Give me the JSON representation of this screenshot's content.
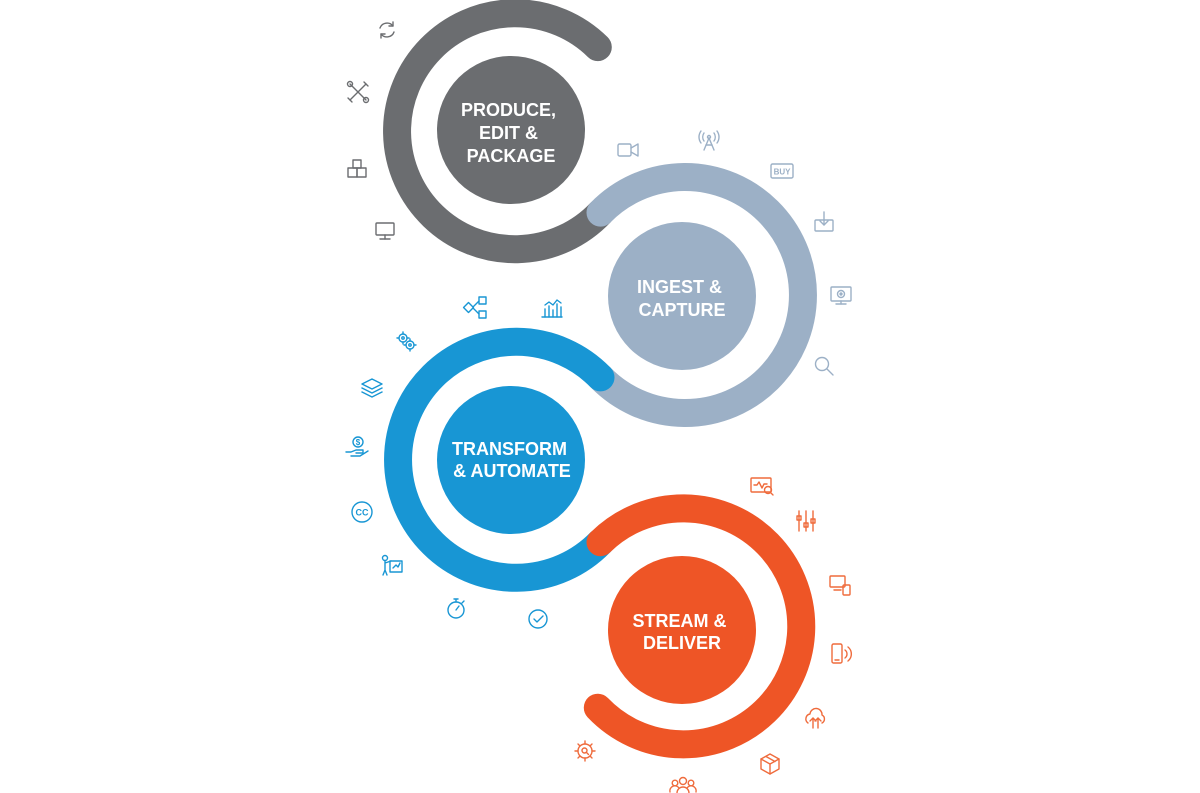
{
  "colors": {
    "produce": "#6b6d70",
    "ingest": "#9cb0c6",
    "transform": "#1896d4",
    "stream": "#ee5526",
    "stream_icons": "#ef6b3c",
    "background": "#ffffff"
  },
  "stages": [
    {
      "key": "produce",
      "lines": [
        "PRODUCE,",
        "EDIT &",
        "PACKAGE"
      ],
      "icons": [
        "sync-icon",
        "tools-icon",
        "package-blocks-icon",
        "monitor-icon"
      ]
    },
    {
      "key": "ingest",
      "lines": [
        "INGEST &",
        "CAPTURE"
      ],
      "icons": [
        "video-camera-icon",
        "broadcast-tower-icon",
        "buy-button-icon",
        "download-tray-icon",
        "display-screen-icon",
        "search-icon"
      ]
    },
    {
      "key": "transform",
      "lines": [
        "TRANSFORM",
        "& AUTOMATE"
      ],
      "icons": [
        "workflow-shapes-icon",
        "analytics-chart-icon",
        "gears-icon",
        "layers-icon",
        "money-hand-icon",
        "closed-captions-icon",
        "presenter-board-icon",
        "stopwatch-icon",
        "checkmark-circle-icon"
      ]
    },
    {
      "key": "stream",
      "lines": [
        "STREAM &",
        "DELIVER"
      ],
      "icons": [
        "monitoring-screen-icon",
        "sliders-icon",
        "multi-device-icon",
        "mobile-signal-icon",
        "cloud-upload-icon",
        "package-box-icon",
        "audience-icon",
        "settings-search-icon"
      ]
    }
  ],
  "icon_text": {
    "buy": "BUY",
    "cc": "CC",
    "dollar": "$"
  }
}
